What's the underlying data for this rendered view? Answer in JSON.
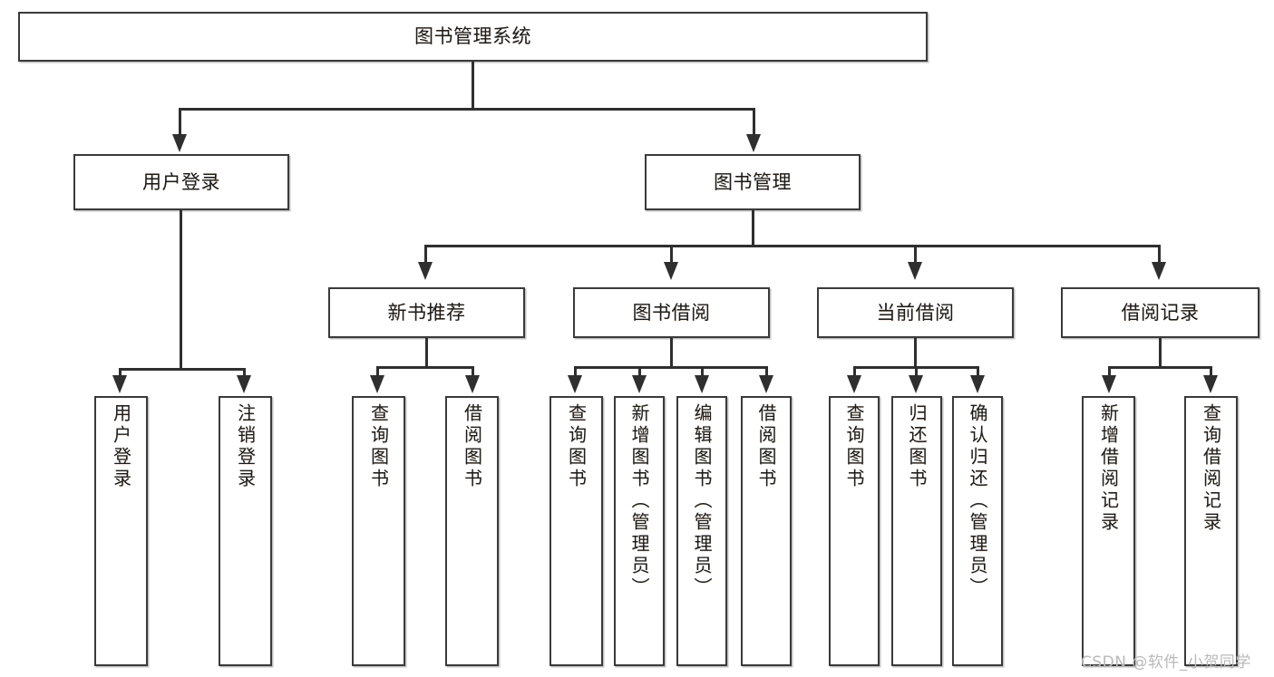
{
  "diagram": {
    "title": "图书管理系统",
    "type": "tree-hierarchy-chart",
    "root": {
      "label": "图书管理系统"
    },
    "level2": [
      {
        "label": "用户登录"
      },
      {
        "label": "图书管理"
      }
    ],
    "level3": [
      {
        "label": "新书推荐"
      },
      {
        "label": "图书借阅"
      },
      {
        "label": "当前借阅"
      },
      {
        "label": "借阅记录"
      }
    ],
    "leaves": {
      "user_login": [
        {
          "label": "用户登录"
        },
        {
          "label": "注销登录"
        }
      ],
      "new_book_recommend": [
        {
          "label": "查询图书"
        },
        {
          "label": "借阅图书"
        }
      ],
      "book_borrow": [
        {
          "label": "查询图书"
        },
        {
          "label": "新增图书（管理员）"
        },
        {
          "label": "编辑图书（管理员）"
        },
        {
          "label": "借阅图书"
        }
      ],
      "current_borrow": [
        {
          "label": "查询图书"
        },
        {
          "label": "归还图书"
        },
        {
          "label": "确认归还（管理员）"
        }
      ],
      "borrow_record": [
        {
          "label": "新增借阅记录"
        },
        {
          "label": "查询借阅记录"
        }
      ]
    }
  },
  "watermark": {
    "text": "CSDN @软件_小贺同学"
  },
  "colors": {
    "box_border": "#3a3a3a",
    "line": "#2f2f2f",
    "text": "#1c1c1c",
    "background": "#ffffff",
    "watermark": "#b9b9b9"
  }
}
